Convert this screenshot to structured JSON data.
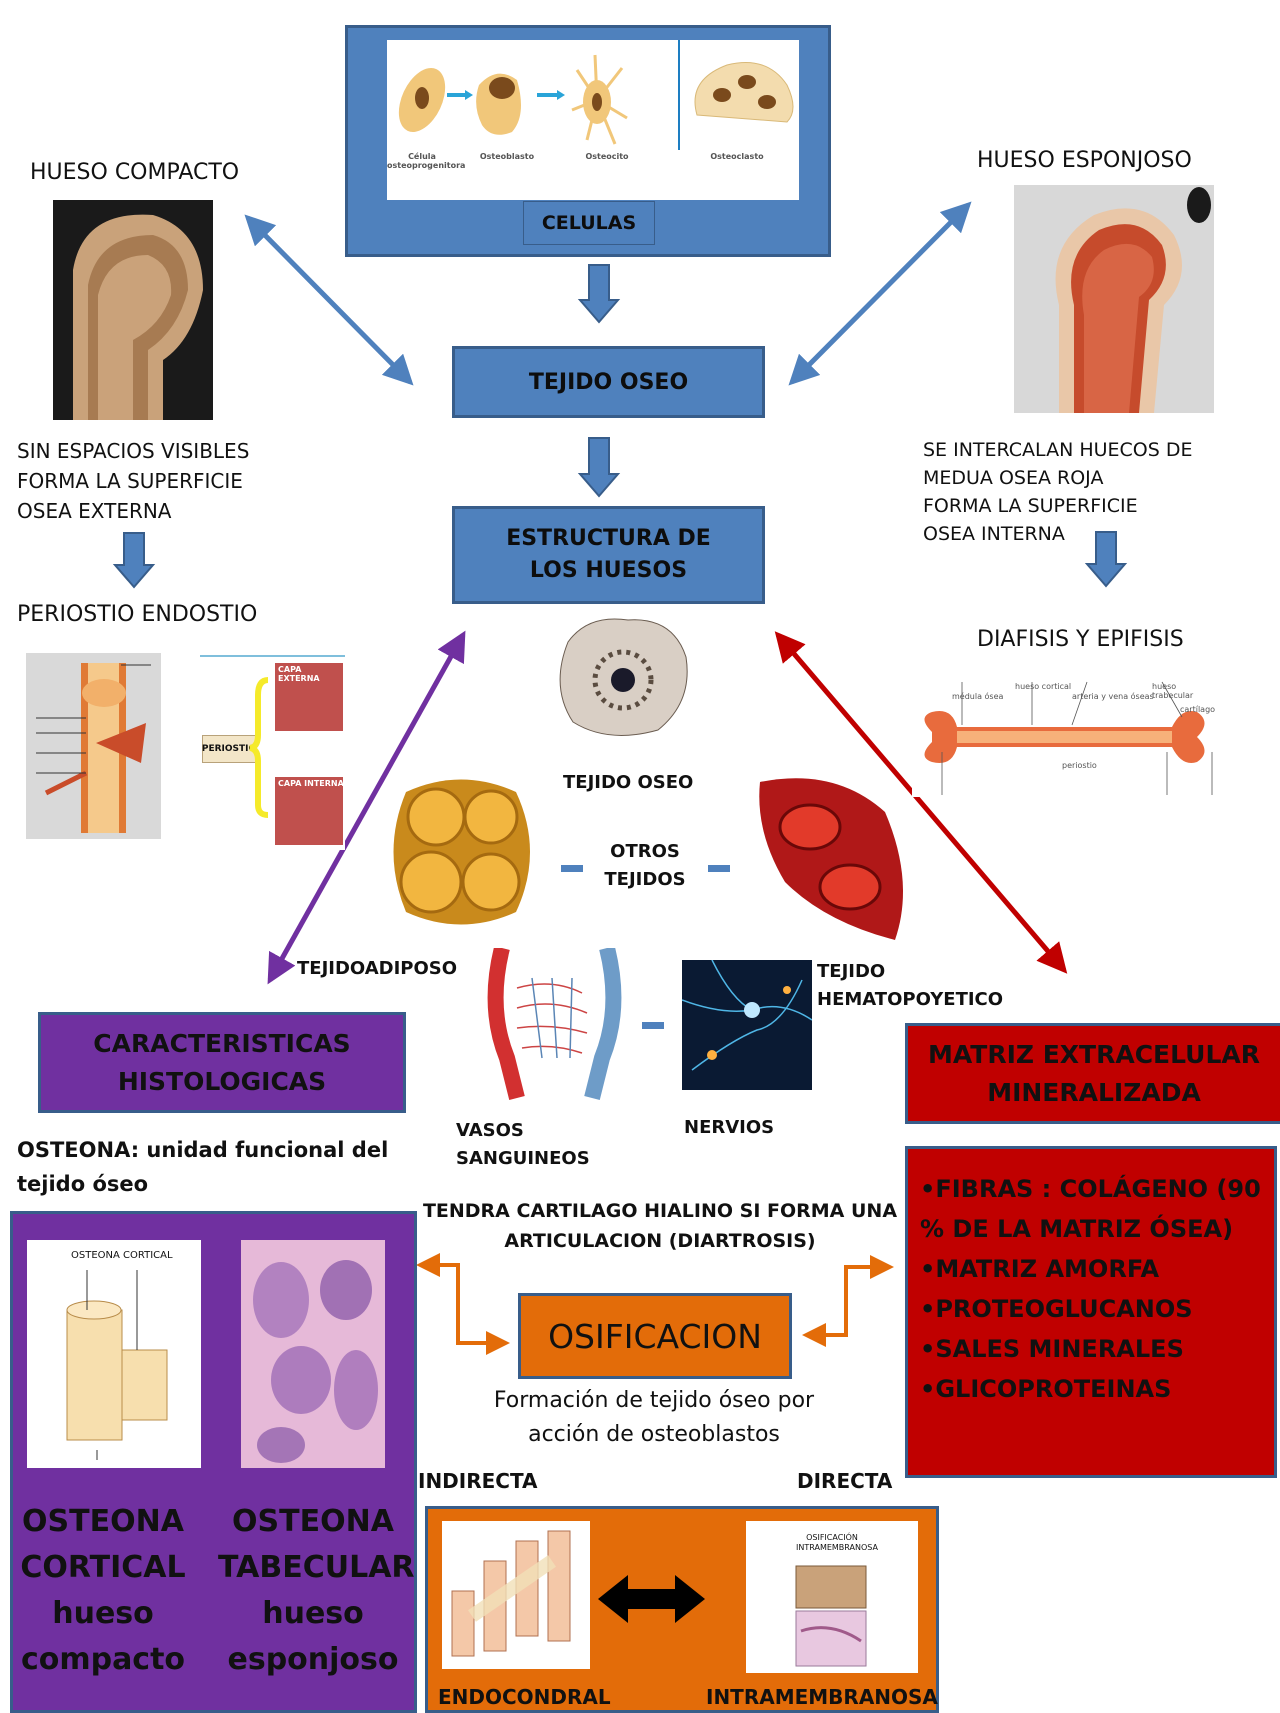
{
  "top": {
    "cells_label": "CELULAS",
    "cell_captions": [
      "Célula osteoprogenitora",
      "Osteoblasto",
      "Osteocito",
      "Osteoclasto"
    ]
  },
  "center": {
    "tejido_oseo": "TEJIDO OSEO",
    "estructura": "ESTRUCTURA DE\nLOS HUESOS",
    "tejido_oseo_small": "TEJIDO OSEO",
    "otros_tejidos": "OTROS\nTEJIDOS",
    "tejido_adiposo": "TEJIDOADIPOSO",
    "tejido_hematopoyetico": "TEJIDO\nHEMATOPOYETICO",
    "vasos": "VASOS\nSANGUINEOS",
    "nervios": "NERVIOS"
  },
  "left": {
    "hueso_compacto": "HUESO COMPACTO",
    "compacto_desc": "SIN ESPACIOS VISIBLES\nFORMA LA SUPERFICIE\nOSEA EXTERNA",
    "periostio": "PERIOSTIO ENDOSTIO",
    "periostio_diagram": {
      "label": "PERIOSTIO",
      "capa_externa": "CAPA EXTERNA",
      "capa_interna": "CAPA INTERNA"
    },
    "histologicas": "CARACTERISTICAS\nHISTOLOGICAS",
    "osteona_def": "OSTEONA: unidad funcional del\ntejido óseo",
    "osteona_cortical_fig": "OSTEONA CORTICAL",
    "osteona_cortical": "OSTEONA\nCORTICAL\nhueso\ncompacto",
    "osteona_trabecular": "OSTEONA\nTABECULAR\nhueso\nesponjoso"
  },
  "right": {
    "hueso_esponjoso": "HUESO ESPONJOSO",
    "esponjoso_desc": "SE INTERCALAN HUECOS DE\nMEDUA OSEA ROJA\nFORMA LA SUPERFICIE\nOSEA INTERNA",
    "diafisis": "DIAFISIS Y EPIFISIS",
    "bone_labels": [
      "médula ósea",
      "hueso cortical",
      "arteria y vena óseas",
      "hueso trabecular",
      "cartílago",
      "periostio"
    ],
    "matriz": "MATRIZ EXTRACELULAR\nMINERALIZADA",
    "matriz_items": [
      "•FIBRAS : COLÁGENO (90 % DE LA MATRIZ ÓSEA)",
      "•MATRIZ AMORFA",
      "•PROTEOGLUCANOS",
      "•SALES MINERALES",
      "•GLICOPROTEINAS"
    ]
  },
  "bottom": {
    "cartilago": "TENDRA CARTILAGO HIALINO SI FORMA UNA\nARTICULACION (DIARTROSIS)",
    "osificacion": "OSIFICACION",
    "osificacion_desc": "Formación de tejido óseo por\nacción de osteoblastos",
    "indirecta": "INDIRECTA",
    "directa": "DIRECTA",
    "endocondral": "ENDOCONDRAL",
    "intramembranosa": "INTRAMEMBRANOSA",
    "osificacion_fig": "OSIFICACIÓN INTRAMEMBRANOSA"
  },
  "colors": {
    "blue_box": "#4f81bd",
    "blue_border": "#385d8a",
    "red_box": "#c00000",
    "purple_box": "#7030a0",
    "orange_box": "#e36c09"
  }
}
